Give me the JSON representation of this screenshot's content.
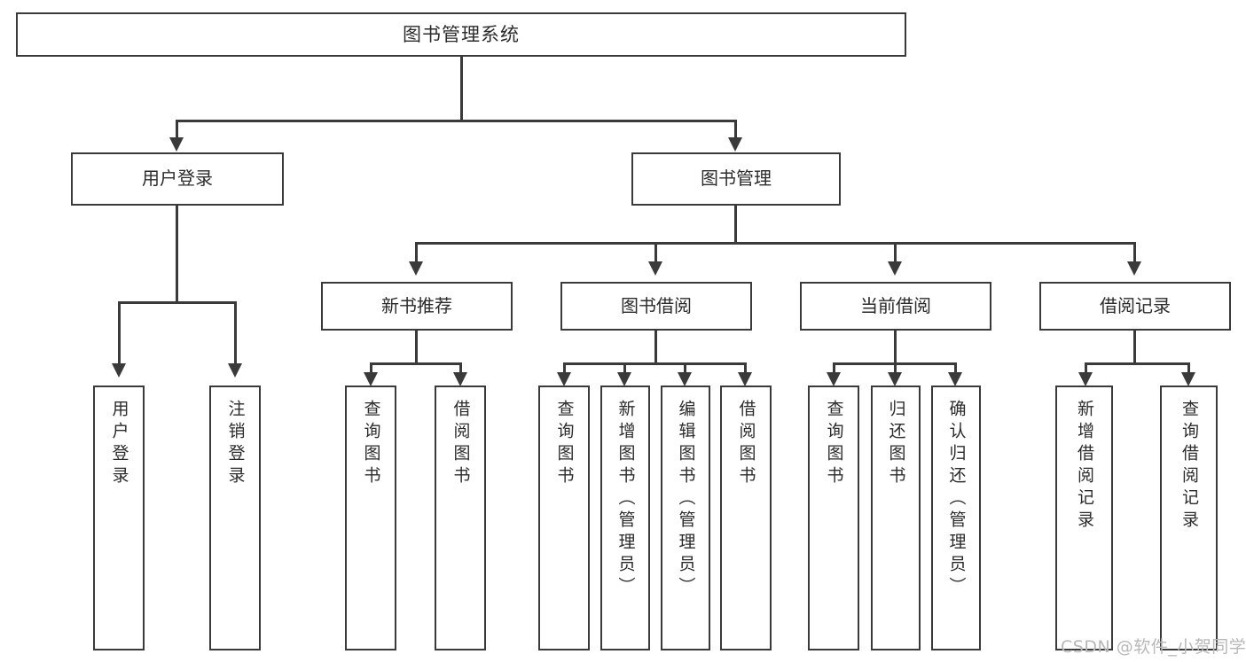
{
  "diagram": {
    "type": "tree-hierarchy",
    "title": "图书管理系统",
    "watermark": "CSDN @软件_小贺同学",
    "colors": {
      "stroke": "#3a3a3a",
      "fill": "#ffffff",
      "text": "#2b2b2b",
      "watermark": "#b8b8b8"
    },
    "root": {
      "label": "图书管理系统"
    },
    "level1": [
      {
        "id": "user-login",
        "label": "用户登录"
      },
      {
        "id": "book-manage",
        "label": "图书管理"
      }
    ],
    "level2": [
      {
        "id": "new-book-recommend",
        "label": "新书推荐"
      },
      {
        "id": "book-borrow",
        "label": "图书借阅"
      },
      {
        "id": "current-borrow",
        "label": "当前借阅"
      },
      {
        "id": "borrow-record",
        "label": "借阅记录"
      }
    ],
    "leaves": {
      "user_login": [
        {
          "id": "leaf-user-login",
          "label": "用户登录"
        },
        {
          "id": "leaf-user-logout",
          "label": "注销登录"
        }
      ],
      "new_book_recommend": [
        {
          "id": "leaf-query-book-1",
          "label": "查询图书"
        },
        {
          "id": "leaf-borrow-book-1",
          "label": "借阅图书"
        }
      ],
      "book_borrow": [
        {
          "id": "leaf-query-book-2",
          "label": "查询图书"
        },
        {
          "id": "leaf-add-book",
          "label": "新增图书（管理员）"
        },
        {
          "id": "leaf-edit-book",
          "label": "编辑图书（管理员）"
        },
        {
          "id": "leaf-borrow-book-2",
          "label": "借阅图书"
        }
      ],
      "current_borrow": [
        {
          "id": "leaf-query-book-3",
          "label": "查询图书"
        },
        {
          "id": "leaf-return-book",
          "label": "归还图书"
        },
        {
          "id": "leaf-confirm-return",
          "label": "确认归还（管理员）"
        }
      ],
      "borrow_record": [
        {
          "id": "leaf-add-record",
          "label": "新增借阅记录"
        },
        {
          "id": "leaf-query-record",
          "label": "查询借阅记录"
        }
      ]
    }
  }
}
